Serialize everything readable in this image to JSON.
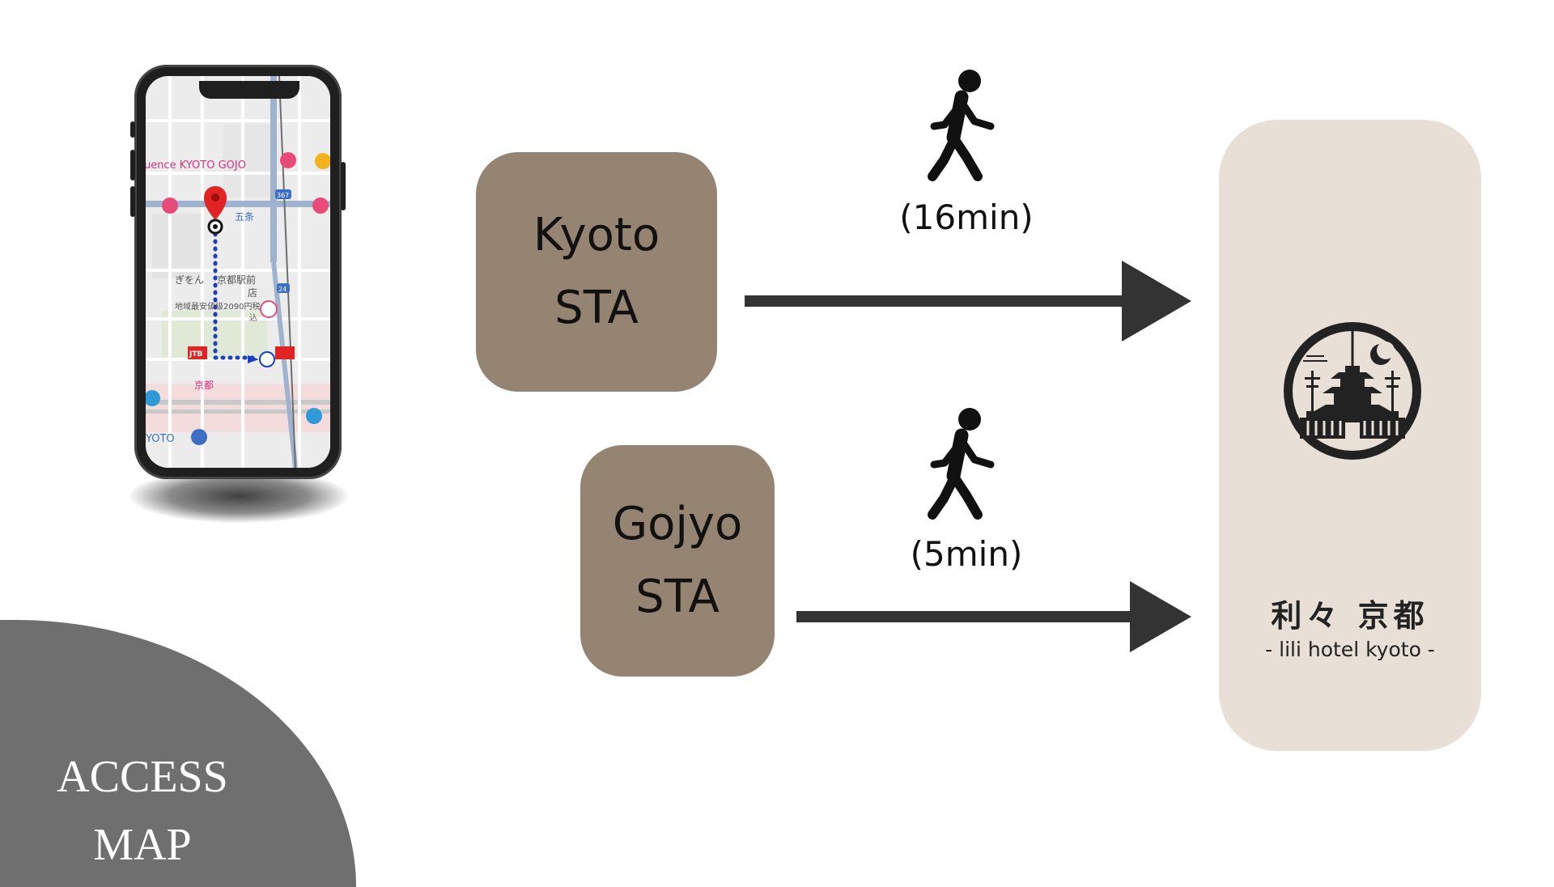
{
  "stations": {
    "kyoto": {
      "line1": "Kyoto",
      "line2": "STA"
    },
    "gojyo": {
      "line1": "Gojyo",
      "line2": "STA"
    }
  },
  "walk_times": {
    "kyoto": "(16min)",
    "gojyo": "(5min)"
  },
  "hotel": {
    "name": "利々 京都",
    "subtitle": "- lili hotel kyoto -"
  },
  "access": {
    "line1": "ACCESS",
    "line2": "MAP"
  },
  "phone_map": {
    "label_kyoto_gojo": "uence KYOTO GOJO",
    "label_gojo": "五条",
    "label_gion": "ぎをん",
    "label_station_front": "京都駅前",
    "label_store": "店",
    "label_price": "地域最安値級2090円税",
    "label_inc": "込",
    "label_kyoto": "京都",
    "label_yoto": "YOTO",
    "label_route_367": "367",
    "label_route_24": "24",
    "label_jtb": "JTB"
  },
  "colors": {
    "station_box": "#968473",
    "hotel_panel": "#e8e0d6",
    "arrow": "#333333",
    "access_blob": "#6f6f6f",
    "map_route": "#1a3fc4",
    "map_pin": "#e02424"
  },
  "icons": {
    "walking": "walking-person-icon",
    "arrow": "arrow-right-icon",
    "logo": "pagoda-moon-logo",
    "pin": "map-pin-icon"
  }
}
